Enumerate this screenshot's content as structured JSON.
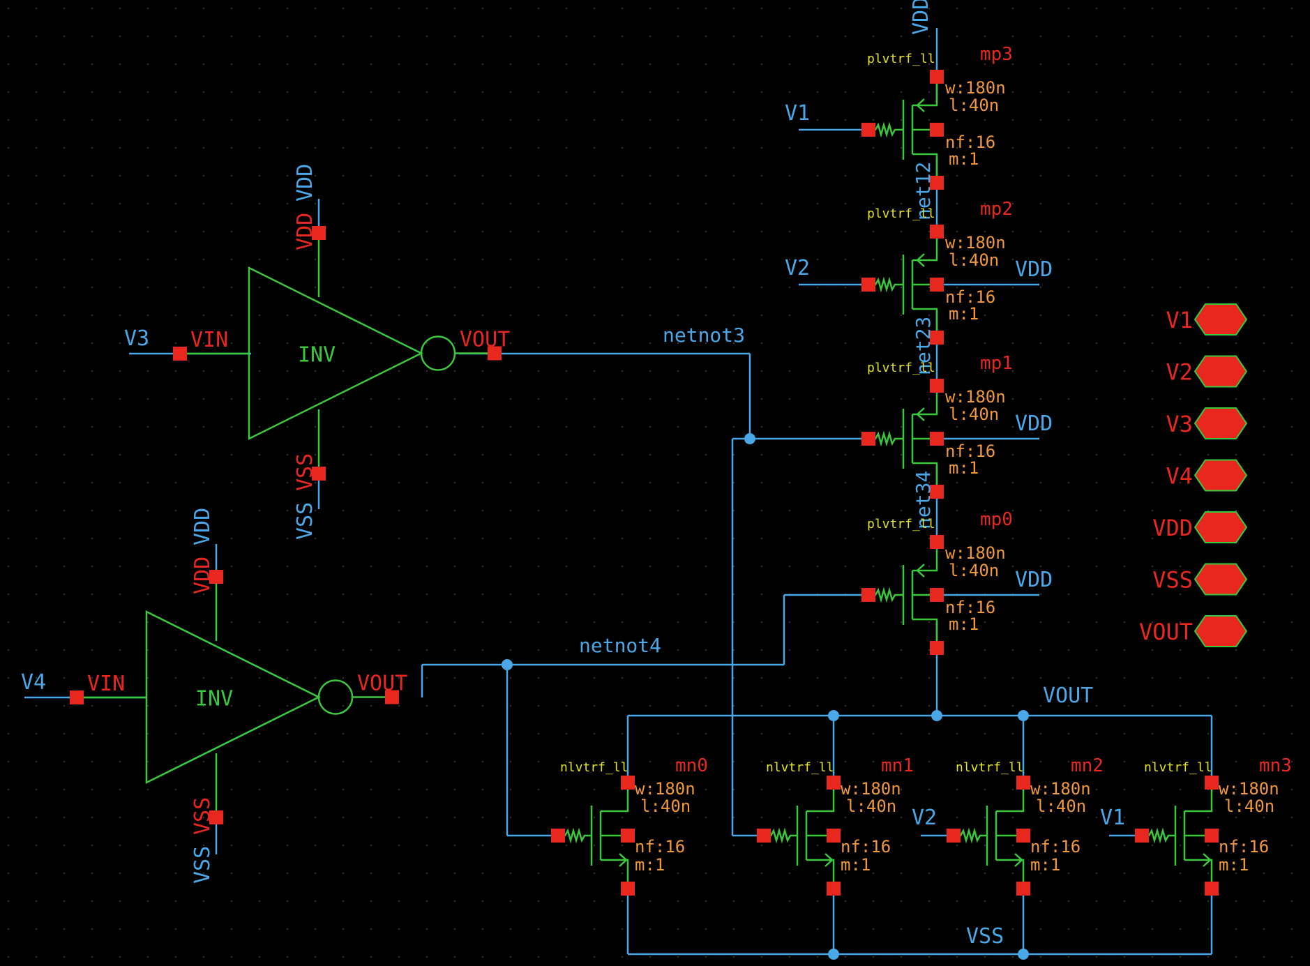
{
  "colors": {
    "background": "#000000",
    "wire": "#4aa8e8",
    "symbol": "#3cc83c",
    "pin": "#e8281e",
    "instance_name": "#e8281e",
    "param": "#f0983a",
    "model": "#e6e61e",
    "net_label": "#4aa8e8"
  },
  "inverters": [
    {
      "id": "inv-top",
      "name": "INV",
      "input_net": "V3",
      "in_pin": "VIN",
      "out_pin": "VOUT",
      "vdd_pin": "VDD",
      "vss_pin": "VSS",
      "vdd_net": "VDD",
      "vss_net": "VSS"
    },
    {
      "id": "inv-bottom",
      "name": "INV",
      "input_net": "V4",
      "in_pin": "VIN",
      "out_pin": "VOUT",
      "vdd_pin": "VDD",
      "vss_pin": "VSS",
      "vdd_net": "VDD",
      "vss_net": "VSS"
    }
  ],
  "pmos": [
    {
      "model": "plvtrf_ll",
      "name": "mp3",
      "w": "w:180n",
      "l": "l:40n",
      "nf": "nf:16",
      "m": "m:1",
      "gate_net": "V1",
      "bulk_net": "",
      "series_net": "net12"
    },
    {
      "model": "plvtrf_ll",
      "name": "mp2",
      "w": "w:180n",
      "l": "l:40n",
      "nf": "nf:16",
      "m": "m:1",
      "gate_net": "V2",
      "bulk_net": "VDD",
      "series_net": "net23"
    },
    {
      "model": "plvtrf_ll",
      "name": "mp1",
      "w": "w:180n",
      "l": "l:40n",
      "nf": "nf:16",
      "m": "m:1",
      "gate_net": "",
      "bulk_net": "VDD",
      "series_net": "net34"
    },
    {
      "model": "plvtrf_ll",
      "name": "mp0",
      "w": "w:180n",
      "l": "l:40n",
      "nf": "nf:16",
      "m": "m:1",
      "gate_net": "",
      "bulk_net": "VDD",
      "series_net": ""
    }
  ],
  "nmos": [
    {
      "model": "nlvtrf_ll",
      "name": "mn0",
      "w": "w:180n",
      "l": "l:40n",
      "nf": "nf:16",
      "m": "m:1",
      "gate_net": ""
    },
    {
      "model": "nlvtrf_ll",
      "name": "mn1",
      "w": "w:180n",
      "l": "l:40n",
      "nf": "nf:16",
      "m": "m:1",
      "gate_net": ""
    },
    {
      "model": "nlvtrf_ll",
      "name": "mn2",
      "w": "w:180n",
      "l": "l:40n",
      "nf": "nf:16",
      "m": "m:1",
      "gate_net": "V2"
    },
    {
      "model": "nlvtrf_ll",
      "name": "mn3",
      "w": "w:180n",
      "l": "l:40n",
      "nf": "nf:16",
      "m": "m:1",
      "gate_net": "V1"
    }
  ],
  "nets": {
    "netnot3": "netnot3",
    "netnot4": "netnot4",
    "vdd_top": "VDD",
    "vout": "VOUT",
    "vss": "VSS"
  },
  "ports": [
    "V1",
    "V2",
    "V3",
    "V4",
    "VDD",
    "VSS",
    "VOUT"
  ]
}
